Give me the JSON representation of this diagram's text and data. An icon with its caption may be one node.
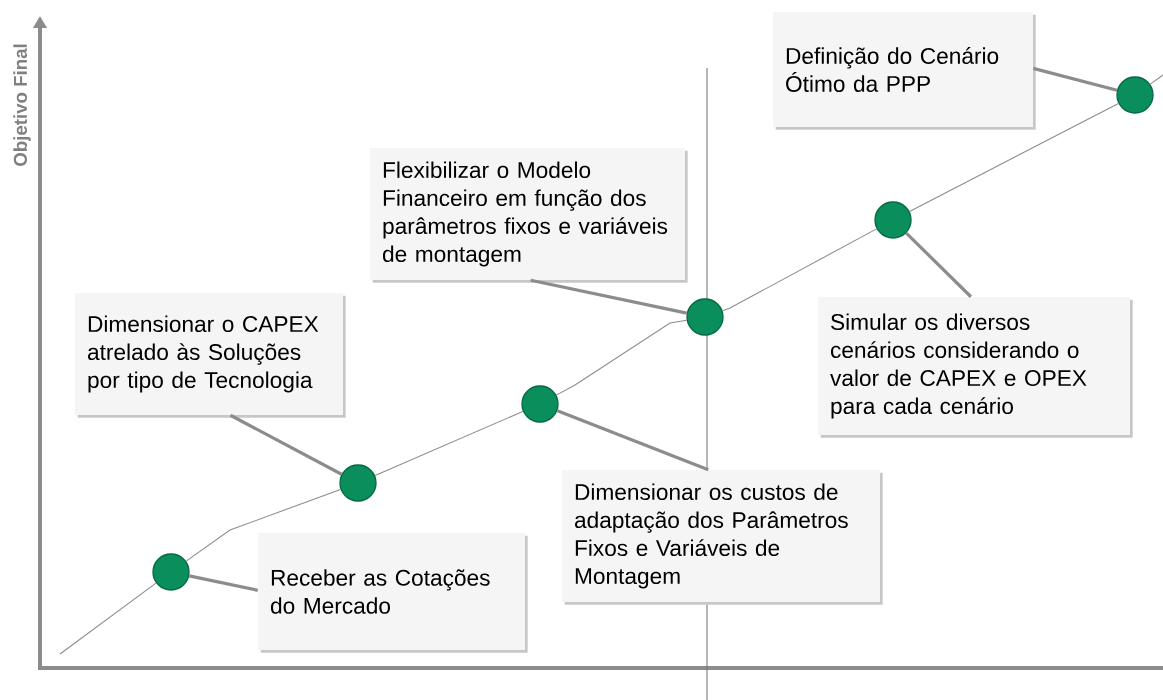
{
  "diagram": {
    "nodes": [
      {
        "text": [
          "Definição do Cenário Ótimo da PPP"
        ]
      },
      {
        "text": [
          "Flexibilizar o Modelo Financeiro em função dos parâmetros fixos e variáveis de montagem"
        ]
      },
      {
        "text": [
          "Dimensionar o CAPEX atrelado às Soluções por tipo de Tecnologia"
        ]
      },
      {
        "text": [
          "Simular os diversos cenários considerando o valor de CAPEX e OPEX para cada cenário"
        ]
      },
      {
        "text": [
          "Dimensionar os custos de adaptação dos Parâmetros Fixos e Variáveis de Montagem"
        ]
      },
      {
        "text": [
          "Receber as Cotações do Mercado"
        ]
      },
      {
        "text": [],
        "shape": "circle"
      },
      {
        "text": [],
        "shape": "circle"
      },
      {
        "text": [],
        "shape": "circle"
      },
      {
        "text": [],
        "shape": "circle"
      },
      {
        "text": [],
        "shape": "circle"
      },
      {
        "text": [],
        "shape": "circle"
      }
    ],
    "edges": [
      {
        "from": 5,
        "to": 6,
        "arrow": "none",
        "style": "thick"
      },
      {
        "from": 2,
        "to": 7,
        "arrow": "none",
        "style": "thick"
      },
      {
        "from": 4,
        "to": 8,
        "arrow": "none",
        "style": "thick"
      },
      {
        "from": 1,
        "to": 9,
        "arrow": "none",
        "style": "thick"
      },
      {
        "from": 3,
        "to": 10,
        "arrow": "none",
        "style": "thick"
      },
      {
        "from": 0,
        "to": 11,
        "arrow": "none",
        "style": "thick"
      },
      {
        "from": null,
        "to": 6,
        "arrow": "none"
      },
      {
        "from": 6,
        "to": 7,
        "arrow": "none"
      },
      {
        "from": 7,
        "to": 8,
        "arrow": "none"
      },
      {
        "from": 8,
        "to": 9,
        "arrow": "none"
      },
      {
        "from": 9,
        "to": 10,
        "arrow": "none"
      },
      {
        "from": 10,
        "to": 11,
        "arrow": "none"
      },
      {
        "from": 11,
        "to": null,
        "arrow": "none"
      }
    ],
    "labels": [
      "Objetivo Final"
    ]
  }
}
